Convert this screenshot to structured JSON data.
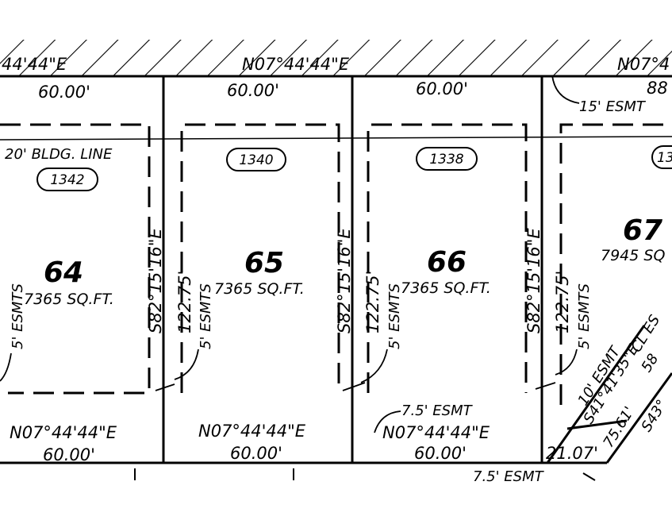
{
  "plat": {
    "top": {
      "bearing_left": "44'44\"E",
      "bearing_center": "N07°44'44\"E",
      "bearing_right": "N07°4",
      "right_partial_dim": "88"
    },
    "front_dims": [
      "60.00'",
      "60.00'",
      "60.00'"
    ],
    "easements": {
      "esmt_15": "15' ESMT",
      "esmt_10": "10' ESMT",
      "cl_esmt": "CL ES",
      "esmt_75_inner": "7.5' ESMT",
      "esmt_75_bottom": "7.5' ESMT",
      "side_esmts": "5' ESMTS",
      "bldg_line": "20' BLDG. LINE"
    },
    "addresses": [
      "1342",
      "1340",
      "1338",
      "13"
    ],
    "lots": [
      {
        "number": "64",
        "area": "7365 SQ.FT."
      },
      {
        "number": "65",
        "area": "7365 SQ.FT."
      },
      {
        "number": "66",
        "area": "7365 SQ.FT."
      },
      {
        "number": "67",
        "area": "7945 SQ"
      }
    ],
    "side_bearing": "S82°15'16\"E",
    "side_dim": "122.75'",
    "bottom_bearing": "N07°44'44\"E",
    "rear_dims": [
      "60.00'",
      "60.00'",
      "60.00'"
    ],
    "lot67": {
      "bearing": "S41°41'35\"E",
      "dim_a": "75.61'",
      "dim_b": "58",
      "rear_dim": "21.07'",
      "bearing_b": "S43°"
    }
  }
}
